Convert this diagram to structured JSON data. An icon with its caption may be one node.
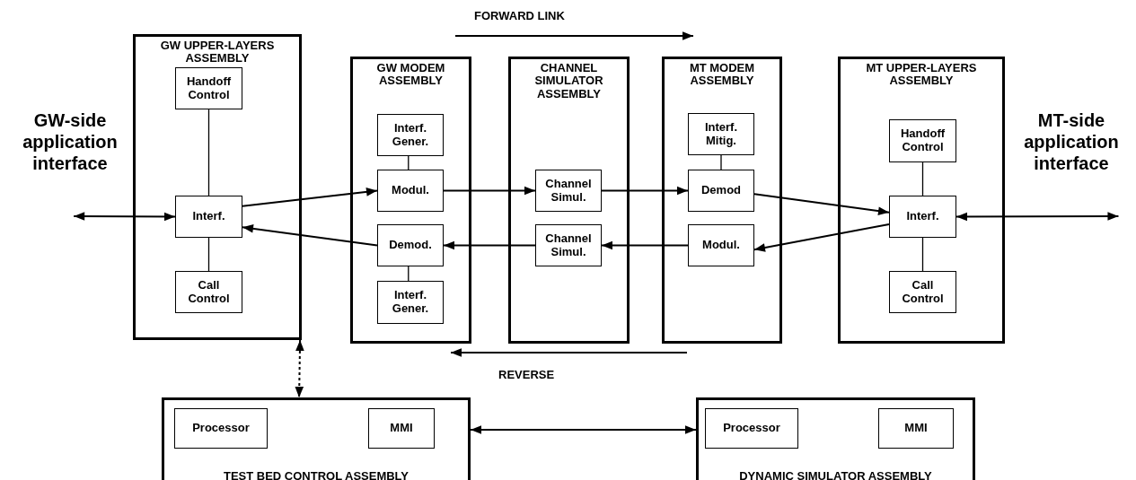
{
  "diagram": {
    "nodes": [
      {
        "text": [
          "GW-side application interface"
        ]
      },
      {
        "text": [
          "GW UPPER-LAYERS ASSEMBLY"
        ]
      },
      {
        "text": [
          "Handoff Control"
        ],
        "in": 1
      },
      {
        "text": [
          "Interf."
        ],
        "in": 1
      },
      {
        "text": [
          "Call Control"
        ],
        "in": 1
      },
      {
        "text": [
          "GW MODEM ASSEMBLY"
        ]
      },
      {
        "text": [
          "Interf. Gener."
        ],
        "in": 5
      },
      {
        "text": [
          "Modul."
        ],
        "in": 5
      },
      {
        "text": [
          "Demod."
        ],
        "in": 5
      },
      {
        "text": [
          "Interf. Gener."
        ],
        "in": 5
      },
      {
        "text": [
          "CHANNEL SIMULATOR ASSEMBLY"
        ]
      },
      {
        "text": [
          "Channel Simul."
        ],
        "in": 10
      },
      {
        "text": [
          "Channel Simul."
        ],
        "in": 10
      },
      {
        "text": [
          "MT MODEM ASSEMBLY"
        ]
      },
      {
        "text": [
          "Interf. Mitig."
        ],
        "in": 13
      },
      {
        "text": [
          "Demod"
        ],
        "in": 13
      },
      {
        "text": [
          "Modul."
        ],
        "in": 13
      },
      {
        "text": [
          "MT UPPER-LAYERS ASSEMBLY"
        ]
      },
      {
        "text": [
          "Handoff Control"
        ],
        "in": 17
      },
      {
        "text": [
          "Interf."
        ],
        "in": 17
      },
      {
        "text": [
          "Call Control"
        ],
        "in": 17
      },
      {
        "text": [
          "MT-side application interface"
        ]
      },
      {
        "text": [
          "TEST BED CONTROL ASSEMBLY"
        ]
      },
      {
        "text": [
          "Processor"
        ],
        "in": 22
      },
      {
        "text": [
          "MMI"
        ],
        "in": 22
      },
      {
        "text": [
          "DYNAMIC SIMULATOR ASSEMBLY"
        ]
      },
      {
        "text": [
          "Processor"
        ],
        "in": 25
      },
      {
        "text": [
          "MMI"
        ],
        "in": 25
      }
    ],
    "edges": [
      {
        "from": 0,
        "to": 3,
        "arrow": "both"
      },
      {
        "from": 2,
        "to": 3,
        "arrow": "none"
      },
      {
        "from": 3,
        "to": 4,
        "arrow": "none"
      },
      {
        "from": 3,
        "to": 7,
        "arrow": "to"
      },
      {
        "from": 8,
        "to": 3,
        "arrow": "to"
      },
      {
        "from": 6,
        "to": 7,
        "arrow": "none"
      },
      {
        "from": 8,
        "to": 9,
        "arrow": "none"
      },
      {
        "from": 7,
        "to": 11,
        "arrow": "to"
      },
      {
        "from": 12,
        "to": 8,
        "arrow": "to"
      },
      {
        "from": 11,
        "to": 15,
        "arrow": "to"
      },
      {
        "from": 16,
        "to": 12,
        "arrow": "to"
      },
      {
        "from": 14,
        "to": 15,
        "arrow": "none"
      },
      {
        "from": 15,
        "to": 19,
        "arrow": "to"
      },
      {
        "from": 19,
        "to": 16,
        "arrow": "to"
      },
      {
        "from": 18,
        "to": 19,
        "arrow": "none"
      },
      {
        "from": 19,
        "to": 20,
        "arrow": "none"
      },
      {
        "from": 19,
        "to": 21,
        "arrow": "both"
      },
      {
        "from": 1,
        "to": 22,
        "arrow": "both",
        "style": "dashed"
      },
      {
        "from": 22,
        "to": 25,
        "arrow": "both"
      }
    ],
    "labels": [
      "FORWARD LINK",
      "REVERSE"
    ]
  }
}
